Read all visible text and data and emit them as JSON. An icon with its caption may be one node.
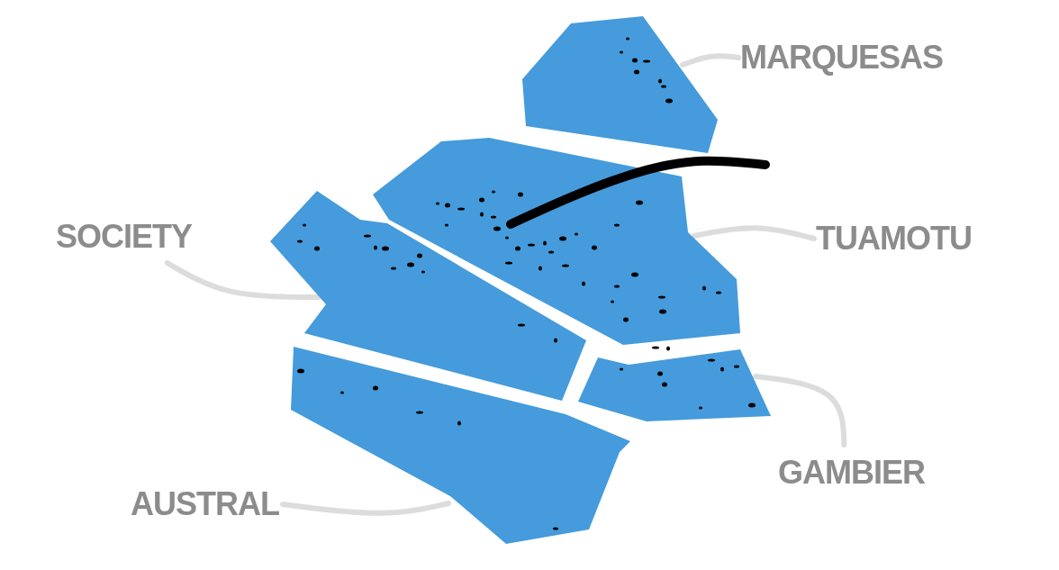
{
  "diagram": {
    "nodes": [
      {
        "text": [
          "MARQUESAS"
        ]
      },
      {
        "text": [],
        "shape": "polygon"
      },
      {
        "text": [
          "SOCIETY"
        ]
      },
      {
        "text": [],
        "shape": "polygon"
      },
      {
        "text": [
          "TUAMOTU"
        ]
      },
      {
        "text": [],
        "shape": "polygon"
      },
      {
        "text": [
          "GAMBIER"
        ]
      },
      {
        "text": [],
        "shape": "polygon"
      },
      {
        "text": [
          "AUSTRAL"
        ]
      },
      {
        "text": [],
        "shape": "polygon"
      }
    ],
    "edges": [
      {
        "from": 0,
        "to": 1,
        "arrow": "none"
      },
      {
        "from": 2,
        "to": 3,
        "arrow": "none"
      },
      {
        "from": 4,
        "to": 5,
        "arrow": "none"
      },
      {
        "from": 6,
        "to": 7,
        "arrow": "none"
      },
      {
        "from": 8,
        "to": 9,
        "arrow": "none"
      }
    ]
  }
}
